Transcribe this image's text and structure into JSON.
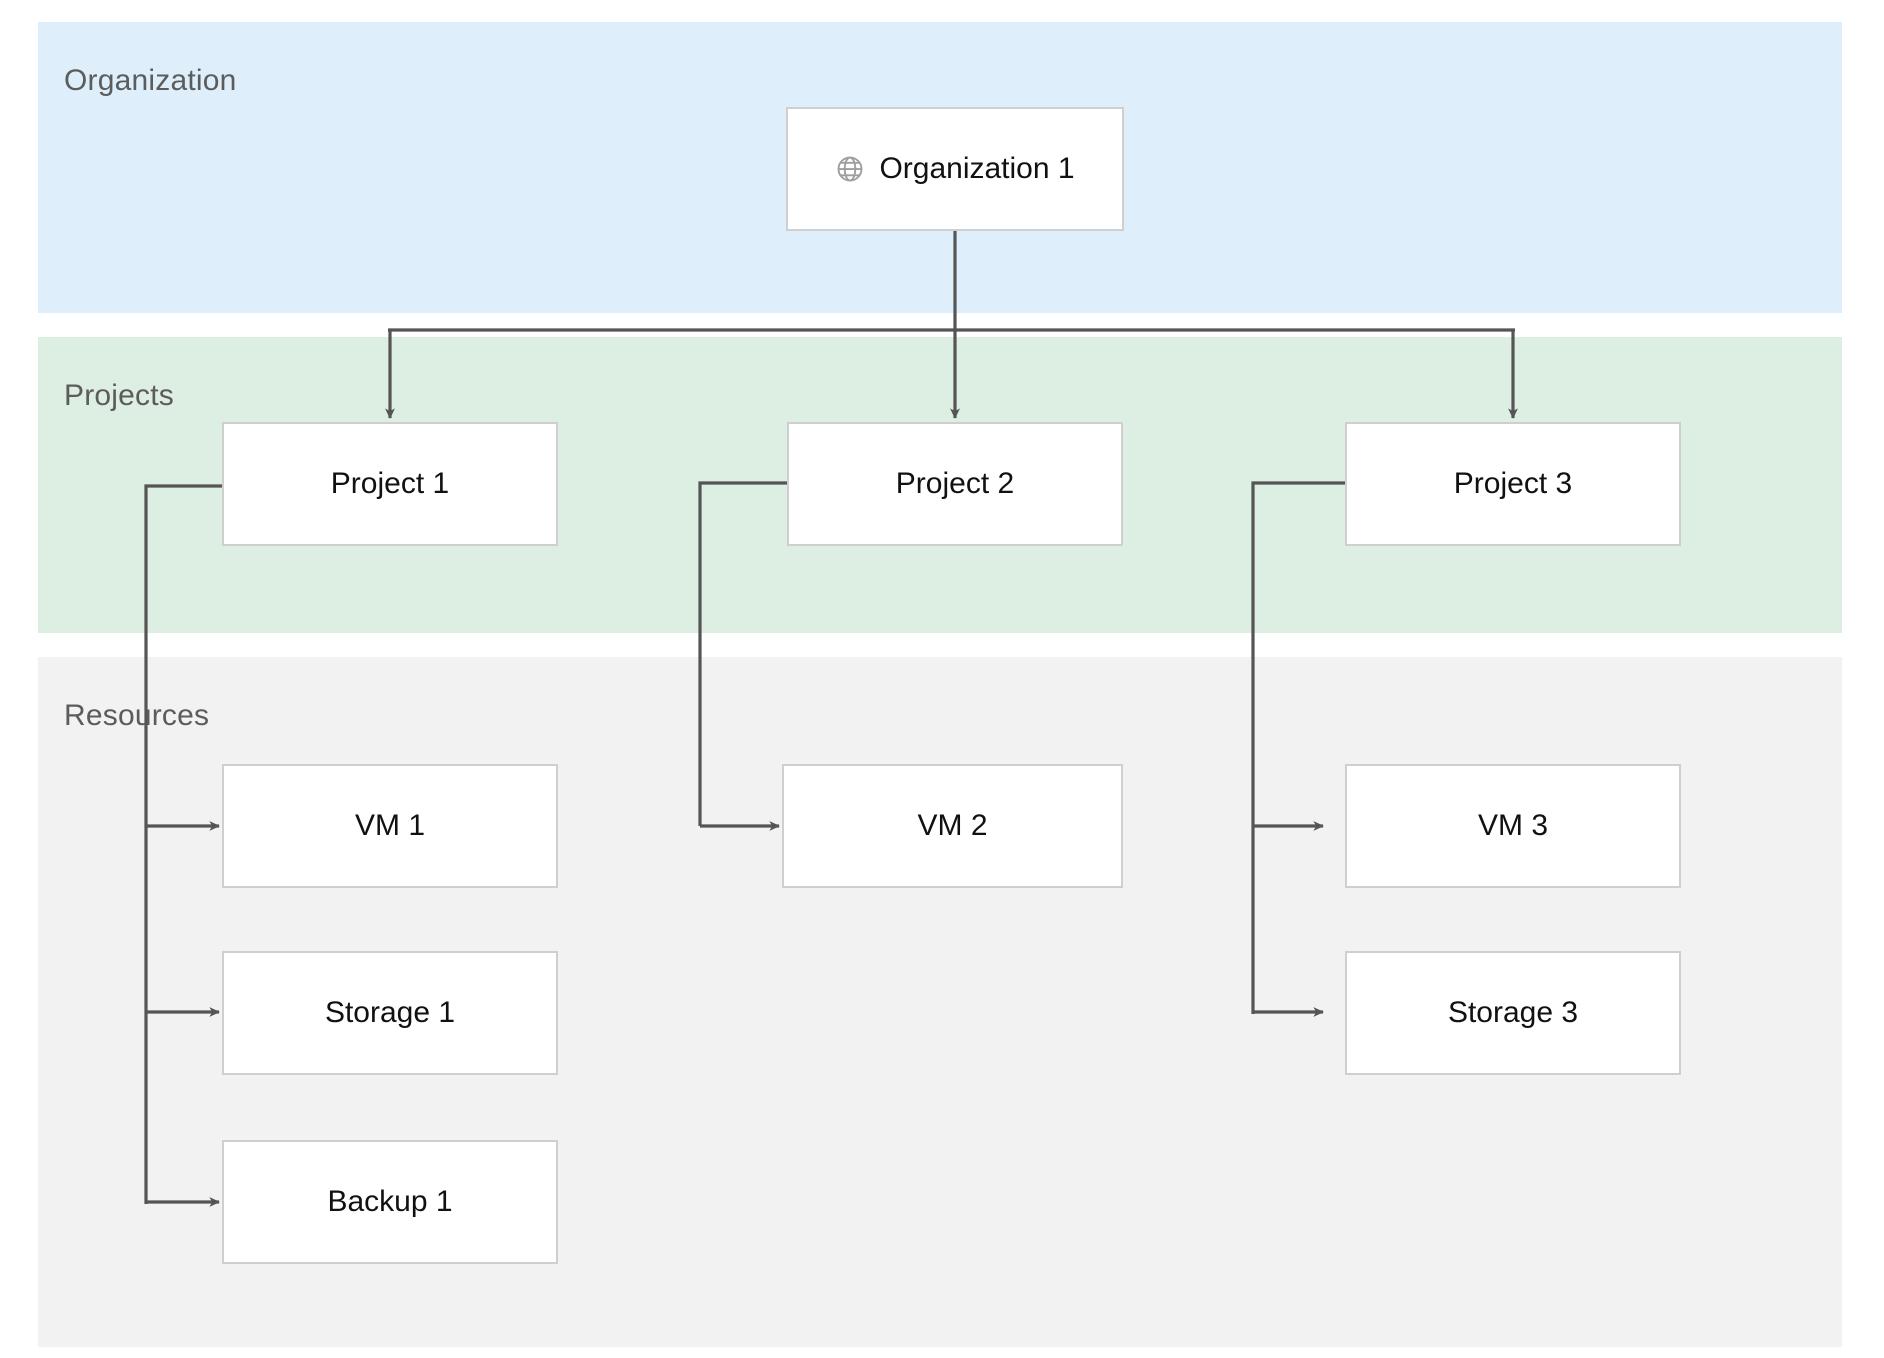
{
  "diagram": {
    "title": "Organization / Projects / Resources hierarchy",
    "colors": {
      "organization_band": "#deeffb",
      "projects_band": "#ddeee2",
      "resources_band": "#f2f2f2",
      "node_fill": "#ffffff",
      "node_border": "#cfcfcf",
      "edge": "#555555",
      "band_label_text": "#5c5c5c",
      "node_label_text": "#111111"
    }
  },
  "bands": [
    {
      "key": "organization",
      "label": "Organization"
    },
    {
      "key": "projects",
      "label": "Projects"
    },
    {
      "key": "resources",
      "label": "Resources"
    }
  ],
  "nodes": {
    "organization": {
      "label": "Organization 1",
      "icon": "globe-icon"
    },
    "projects": [
      {
        "label": "Project 1"
      },
      {
        "label": "Project 2"
      },
      {
        "label": "Project 3"
      }
    ],
    "resources": [
      {
        "label": "VM 1"
      },
      {
        "label": "Storage 1"
      },
      {
        "label": "Backup 1"
      },
      {
        "label": "VM 2"
      },
      {
        "label": "VM 3"
      },
      {
        "label": "Storage 3"
      }
    ]
  },
  "edges": [
    {
      "from": "Organization 1",
      "to": "Project 1",
      "arrow": true
    },
    {
      "from": "Organization 1",
      "to": "Project 2",
      "arrow": true
    },
    {
      "from": "Organization 1",
      "to": "Project 3",
      "arrow": true
    },
    {
      "from": "Project 1",
      "to": "VM 1",
      "arrow": true
    },
    {
      "from": "Project 1",
      "to": "Storage 1",
      "arrow": true
    },
    {
      "from": "Project 1",
      "to": "Backup 1",
      "arrow": true
    },
    {
      "from": "Project 2",
      "to": "VM 2",
      "arrow": true
    },
    {
      "from": "Project 3",
      "to": "VM 3",
      "arrow": true
    },
    {
      "from": "Project 3",
      "to": "Storage 3",
      "arrow": true
    }
  ]
}
